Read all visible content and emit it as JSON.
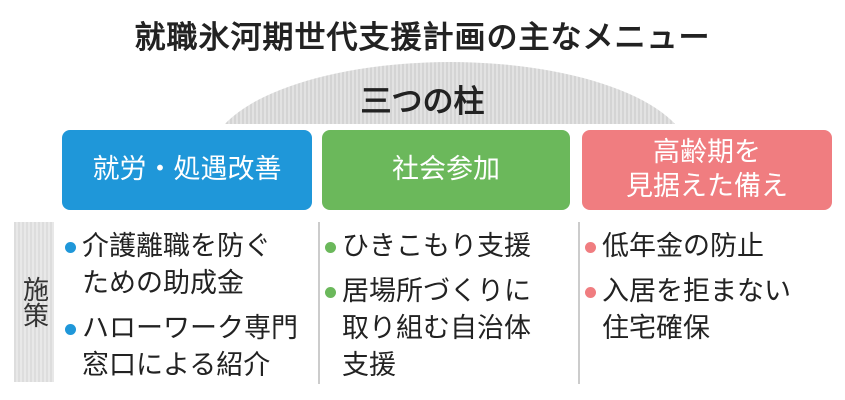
{
  "title": "就職氷河期世代支援計画の主なメニュー",
  "pillars_label": "三つの柱",
  "side_label": "施策",
  "colors": {
    "blue": "#1f97d9",
    "green": "#6bb85b",
    "pink": "#f07d80"
  },
  "columns": [
    {
      "header": "就労・処遇改善",
      "items": [
        "介護離職を防ぐ\nための助成金",
        "ハローワーク専門\n窓口による紹介"
      ]
    },
    {
      "header": "社会参加",
      "items": [
        "ひきこもり支援",
        "居場所づくりに\n取り組む自治体\n支援"
      ]
    },
    {
      "header": "高齢期を\n見据えた備え",
      "items": [
        "低年金の防止",
        "入居を拒まない\n住宅確保"
      ]
    }
  ]
}
